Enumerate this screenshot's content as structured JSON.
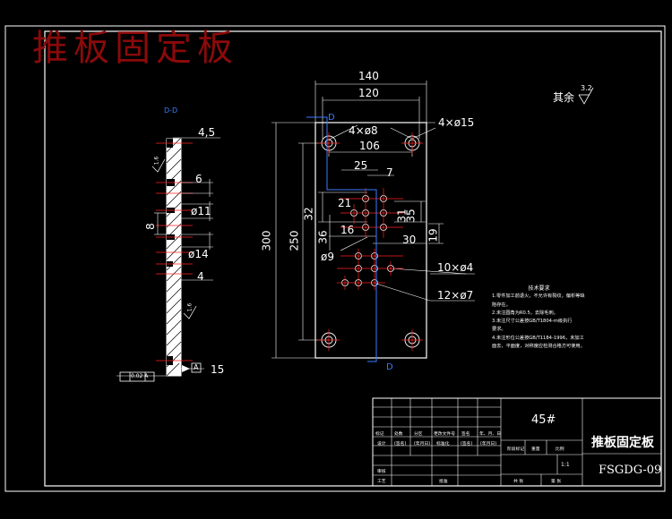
{
  "drawing": {
    "title": "推板固定板",
    "part_name": "推板固定板",
    "drawing_code": "FSGDG-09",
    "material": "45#",
    "scale": "1:1",
    "section_label": "D-D",
    "section_marker": "D",
    "roughness_other": "其余",
    "roughness_value": "3.2"
  },
  "dimensions": {
    "width_140": "140",
    "width_120": "120",
    "holes_4x8": "4×ø8",
    "holes_4x15": "4×ø15",
    "dist_106": "106",
    "dist_25": "25",
    "dist_7": "7",
    "dist_21": "21",
    "dist_32": "32",
    "dist_31": "31",
    "dist_35": "35",
    "dist_36": "36",
    "dist_16": "16",
    "dist_30": "30",
    "dist_19": "19",
    "dia_9": "ø9",
    "holes_10x4": "10×ø4",
    "holes_12x7": "12×ø7",
    "height_300": "300",
    "height_250": "250",
    "side_45": "4,5",
    "side_6": "6",
    "side_dia11": "ø11",
    "side_8": "8",
    "side_dia14": "ø14",
    "side_4": "4",
    "side_15": "15",
    "side_datum": "A",
    "side_tol": "0.02 A",
    "side_rough1": "1.6",
    "side_rough2": "1.6"
  },
  "notes": {
    "title": "技术要求",
    "lines": [
      "1.零件加工前退火，不允许有裂纹，偏析等缺",
      "陷存在。",
      "2.未注圆角为R0.5，去除毛刺。",
      "3.未注尺寸公差按GB/T1804-m级执行",
      "要求。",
      "4.未注形位公差按GB/T1184-1996，未加工",
      "面去，平面度，对称度应检测合格方可使用。"
    ]
  },
  "title_block": {
    "row_a": [
      "标记",
      "处数",
      "分区",
      "更改文件号",
      "签名",
      "年、月、日"
    ],
    "row_b": [
      "设计",
      "(签名)",
      "(年月日)",
      "标准化",
      "(签名)",
      "(年月日)"
    ],
    "row_c": [
      "审核",
      "",
      "",
      "",
      "",
      ""
    ],
    "row_d": [
      "工艺",
      "",
      "批准",
      "",
      "",
      ""
    ],
    "stage_row": [
      "阶段标记",
      "重量",
      "比例"
    ],
    "sheet_info": [
      "共 张",
      "第 张"
    ]
  }
}
